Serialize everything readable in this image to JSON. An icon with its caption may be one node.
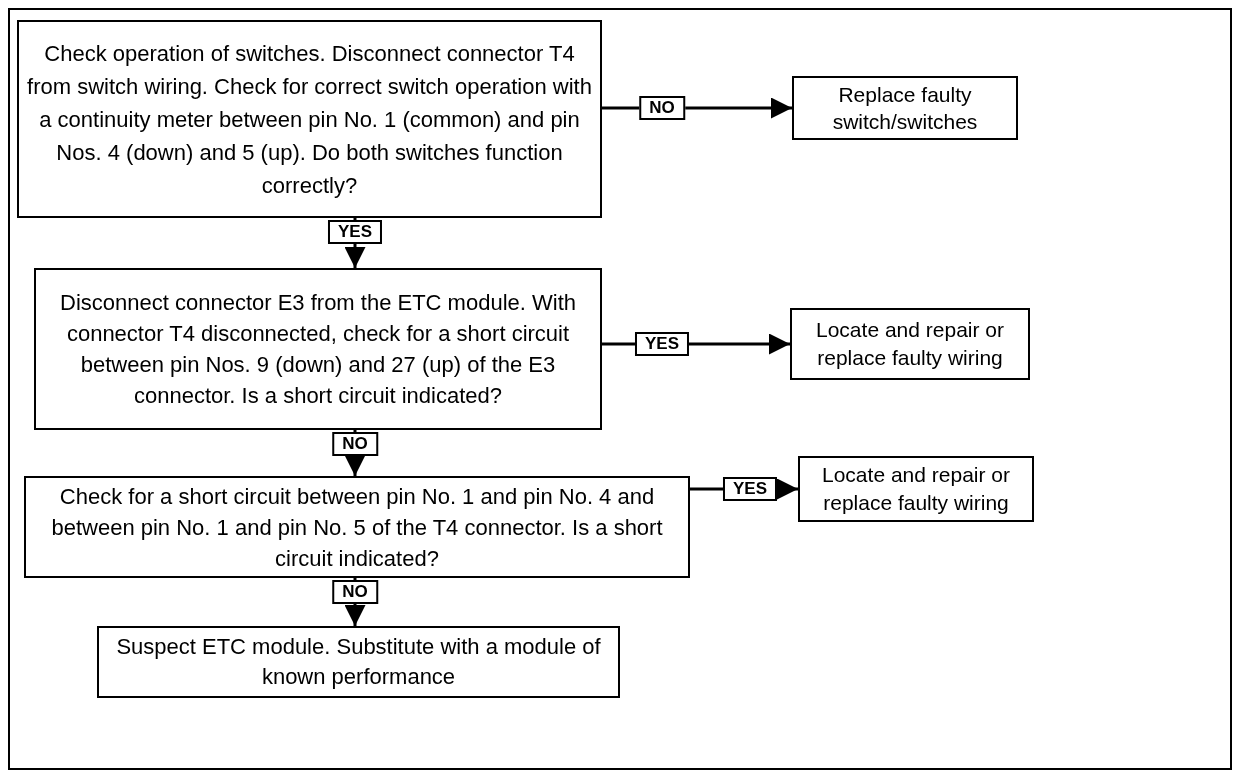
{
  "diagram": {
    "nodes": [
      {
        "text": [
          "Check operation of switches.  Disconnect connector T4 from switch wiring.  Check for correct switch operation with a continuity meter between pin No. 1 (common) and pin Nos. 4 (down) and 5 (up).  Do both switches function correctly?"
        ]
      },
      {
        "text": [
          "Replace faulty switch/switches"
        ]
      },
      {
        "text": [
          "Disconnect connector E3 from the ETC module.  With connector T4 disconnected, check for a short circuit between pin Nos. 9 (down) and 27 (up) of the E3 connector.  Is a short circuit indicated?"
        ]
      },
      {
        "text": [
          "Locate and repair or replace faulty wiring"
        ]
      },
      {
        "text": [
          "Check for a short circuit between pin No. 1 and pin No. 4 and between pin No. 1 and pin No. 5 of the T4 connector.  Is a short circuit indicated?"
        ]
      },
      {
        "text": [
          "Locate and repair or replace faulty wiring"
        ]
      },
      {
        "text": [
          "Suspect ETC module.  Substitute with a module of known performance"
        ]
      }
    ],
    "edges": [
      {
        "from": 0,
        "to": 1,
        "arrow": "to",
        "label": "NO"
      },
      {
        "from": 0,
        "to": 2,
        "arrow": "to",
        "label": "YES"
      },
      {
        "from": 2,
        "to": 3,
        "arrow": "to",
        "label": "YES"
      },
      {
        "from": 2,
        "to": 4,
        "arrow": "to",
        "label": "NO"
      },
      {
        "from": 4,
        "to": 5,
        "arrow": "to",
        "label": "YES"
      },
      {
        "from": 4,
        "to": 6,
        "arrow": "to",
        "label": "NO"
      }
    ]
  }
}
